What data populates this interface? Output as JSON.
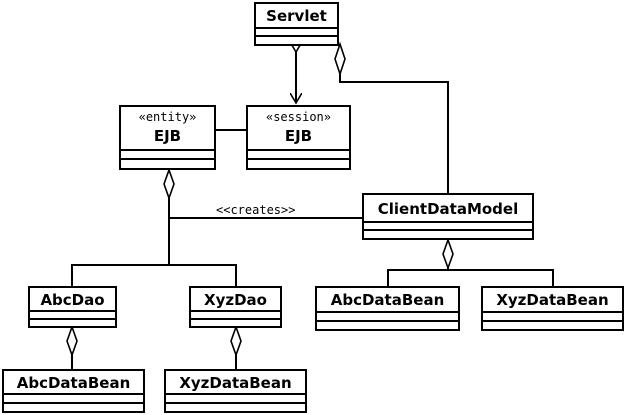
{
  "diagram": {
    "classes": {
      "servlet": {
        "name": "Servlet"
      },
      "entity_ejb": {
        "stereotype": "«entity»",
        "name": "EJB"
      },
      "session_ejb": {
        "stereotype": "«session»",
        "name": "EJB"
      },
      "client_data_model": {
        "name": "ClientDataModel"
      },
      "abc_dao": {
        "name": "AbcDao"
      },
      "xyz_dao": {
        "name": "XyzDao"
      },
      "abc_data_bean_left": {
        "name": "AbcDataBean"
      },
      "xyz_data_bean_left": {
        "name": "XyzDataBean"
      },
      "abc_data_bean_right": {
        "name": "AbcDataBean"
      },
      "xyz_data_bean_right": {
        "name": "XyzDataBean"
      }
    },
    "relationships": {
      "creates_label": "<<creates>>"
    }
  },
  "colors": {
    "line": "#000000",
    "background": "#ffffff"
  }
}
